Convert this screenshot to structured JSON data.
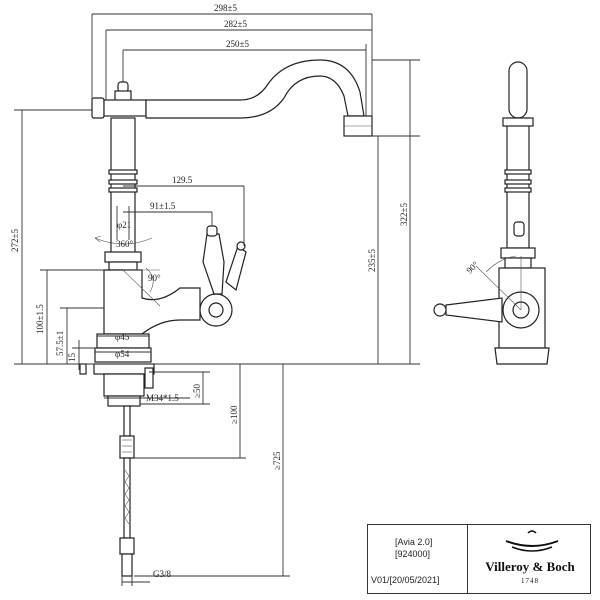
{
  "front_view": {
    "dimensions": {
      "overall_width": "298±5",
      "spout_reach_1": "282±5",
      "spout_reach_2": "250±5",
      "lever_reach_1": "129.5",
      "lever_reach_2": "91±1.5",
      "body_dia": "φ21",
      "rotation": "360°",
      "lever_angle": "90°",
      "height_total": "272±5",
      "height_1": "100±1.5",
      "height_2": "57.5±1",
      "height_3": "15",
      "base_dia_1": "φ45",
      "base_dia_2": "φ54",
      "spout_height": "235±5",
      "total_height": "322±5",
      "thread": "M34*1.5",
      "depth_1": "≥50",
      "depth_2": "≥100",
      "hose_length": "≥725",
      "connection": "G3/8"
    }
  },
  "side_view": {
    "lever_angle": "90°"
  },
  "title_block": {
    "product_name": "[Avia 2.0]",
    "product_number": "[924000]",
    "version": "V01/[20/05/2021]",
    "brand": "Villeroy & Boch",
    "since": "1748"
  }
}
